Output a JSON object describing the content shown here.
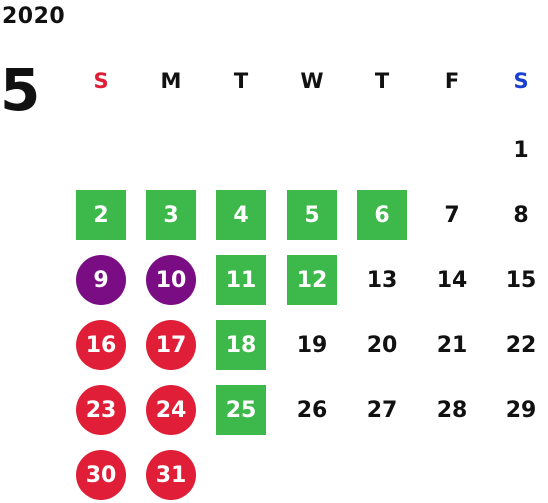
{
  "year": "2020",
  "month": "5",
  "weekdays": [
    {
      "label": "S",
      "color": "#e01e37"
    },
    {
      "label": "M",
      "color": "#111111"
    },
    {
      "label": "T",
      "color": "#111111"
    },
    {
      "label": "W",
      "color": "#111111"
    },
    {
      "label": "T",
      "color": "#111111"
    },
    {
      "label": "F",
      "color": "#111111"
    },
    {
      "label": "S",
      "color": "#1a3fd1"
    }
  ],
  "colors": {
    "green": "#3db84a",
    "purple": "#7a0d84",
    "red": "#e01e37"
  },
  "first_weekday_index": 6,
  "days": [
    {
      "day": "1",
      "style": "plain"
    },
    {
      "day": "2",
      "style": "green"
    },
    {
      "day": "3",
      "style": "green"
    },
    {
      "day": "4",
      "style": "green"
    },
    {
      "day": "5",
      "style": "green"
    },
    {
      "day": "6",
      "style": "green"
    },
    {
      "day": "7",
      "style": "plain"
    },
    {
      "day": "8",
      "style": "plain"
    },
    {
      "day": "9",
      "style": "purple"
    },
    {
      "day": "10",
      "style": "purple"
    },
    {
      "day": "11",
      "style": "green"
    },
    {
      "day": "12",
      "style": "green"
    },
    {
      "day": "13",
      "style": "plain"
    },
    {
      "day": "14",
      "style": "plain"
    },
    {
      "day": "15",
      "style": "plain"
    },
    {
      "day": "16",
      "style": "red"
    },
    {
      "day": "17",
      "style": "red"
    },
    {
      "day": "18",
      "style": "green"
    },
    {
      "day": "19",
      "style": "plain"
    },
    {
      "day": "20",
      "style": "plain"
    },
    {
      "day": "21",
      "style": "plain"
    },
    {
      "day": "22",
      "style": "plain"
    },
    {
      "day": "23",
      "style": "red"
    },
    {
      "day": "24",
      "style": "red"
    },
    {
      "day": "25",
      "style": "green"
    },
    {
      "day": "26",
      "style": "plain"
    },
    {
      "day": "27",
      "style": "plain"
    },
    {
      "day": "28",
      "style": "plain"
    },
    {
      "day": "29",
      "style": "plain"
    },
    {
      "day": "30",
      "style": "red"
    },
    {
      "day": "31",
      "style": "red"
    }
  ]
}
